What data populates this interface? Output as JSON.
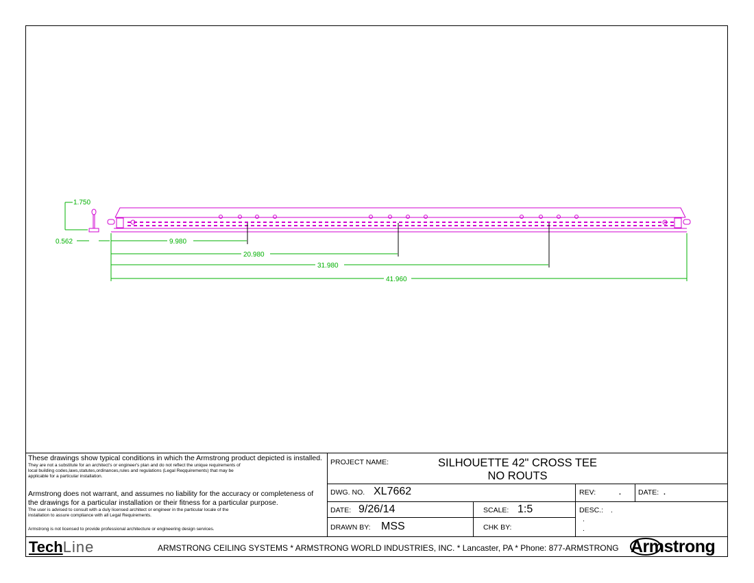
{
  "drawing": {
    "dimensions": {
      "height": "1.750",
      "base": "0.562",
      "d1": "9.980",
      "d2": "20.980",
      "d3": "31.980",
      "d4": "41.960"
    },
    "colors": {
      "part_outline": "#d000d0",
      "dimension": "#00b000",
      "leader": "#000000"
    }
  },
  "title_block": {
    "disclaimer": {
      "p1_lead": "These drawings show typical conditions in which the Armstrong product depicted is installed.",
      "p1_line2": "They are not a substitute for an architect's or engineer's plan and do not reflect the unique requirements of",
      "p1_line3": "local building codes,laws,statutes,ordinances,rules and regulations (Legal Reqquirements) that may be",
      "p1_line4": "applicable for a particular installation.",
      "p2_lead_1": "Armstrong does not warrant, and assumes no liability for the accuracy or completeness of",
      "p2_lead_2": "the drawings for a particular installation or their fitness for a particular purpose.",
      "p2_line3": "The user is  advised to consult with a duly licensed architect or engineer in the particular locale of the",
      "p2_line4": "installation to assure  compliance with all Legal Requirements.",
      "p3": "Armstrong is not licensed to provide professional architecture or engineering design services."
    },
    "project_name_label": "PROJECT NAME:",
    "project_name_line1": "SILHOUETTE 42\" CROSS TEE",
    "project_name_line2": "NO ROUTS",
    "dwg_no_label": "DWG. NO.",
    "dwg_no": "XL7662",
    "rev_label": "REV:",
    "rev_value": ".",
    "date_label_right": "DATE:",
    "date_value_right": ".",
    "date_label": "DATE:",
    "date_value": "9/26/14",
    "scale_label": "SCALE:",
    "scale_value": "1:5",
    "desc_label": "DESC.:",
    "desc_value": ".",
    "desc_extra1": ".",
    "desc_extra2": ".",
    "drawn_by_label": "DRAWN BY:",
    "drawn_by": "MSS",
    "chk_by_label": "CHK BY:",
    "chk_by": ""
  },
  "footer": {
    "logo_left_bold": "Tech",
    "logo_left_light": "Line",
    "company_text": "ARMSTRONG CEILING SYSTEMS * ARMSTRONG WORLD INDUSTRIES, INC. * Lancaster, PA * Phone: 877-ARMSTRONG",
    "logo_right": "Armstrong"
  }
}
